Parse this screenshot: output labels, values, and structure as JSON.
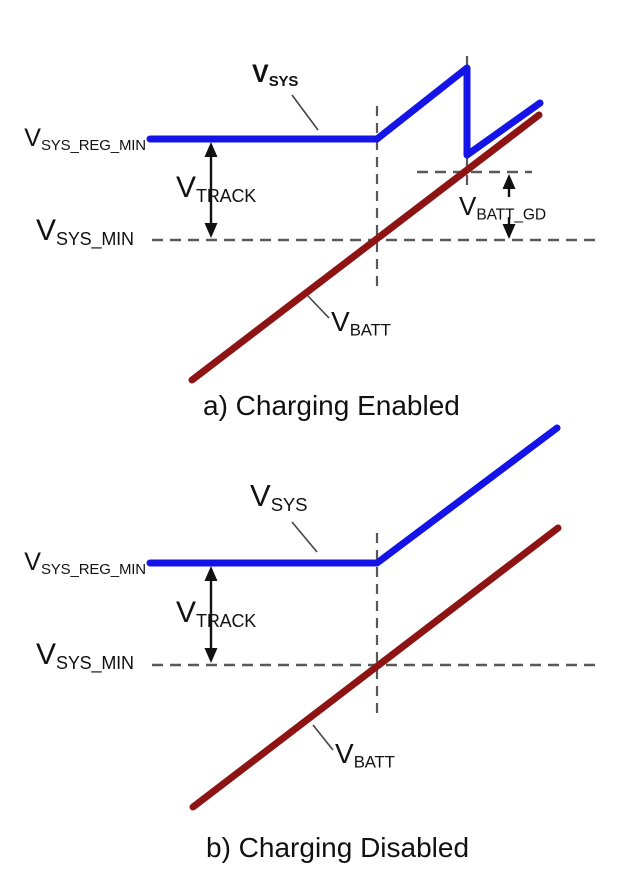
{
  "colors": {
    "vsys": "#1414E8",
    "vbatt": "#8E1414",
    "dash": "#595959",
    "arrow": "#111111",
    "pointer": "#444444"
  },
  "diagram_a": {
    "caption": "a) Charging Enabled",
    "labels": {
      "vsys": {
        "main": "V",
        "sub": "SYS"
      },
      "vsys_reg_min": {
        "main": "V",
        "sub": "SYS_REG_MIN"
      },
      "vtrack": {
        "main": "V",
        "sub": "TRACK"
      },
      "vsys_min": {
        "main": "V",
        "sub": "SYS_MIN"
      },
      "vbatt_gd": {
        "main": "V",
        "sub": "BATT_GD"
      },
      "vbatt": {
        "main": "V",
        "sub": "BATT"
      }
    }
  },
  "diagram_b": {
    "caption": "b) Charging Disabled",
    "labels": {
      "vsys": {
        "main": "V",
        "sub": "SYS"
      },
      "vsys_reg_min": {
        "main": "V",
        "sub": "SYS_REG_MIN"
      },
      "vtrack": {
        "main": "V",
        "sub": "TRACK"
      },
      "vsys_min": {
        "main": "V",
        "sub": "SYS_MIN"
      },
      "vbatt": {
        "main": "V",
        "sub": "BATT"
      }
    }
  }
}
